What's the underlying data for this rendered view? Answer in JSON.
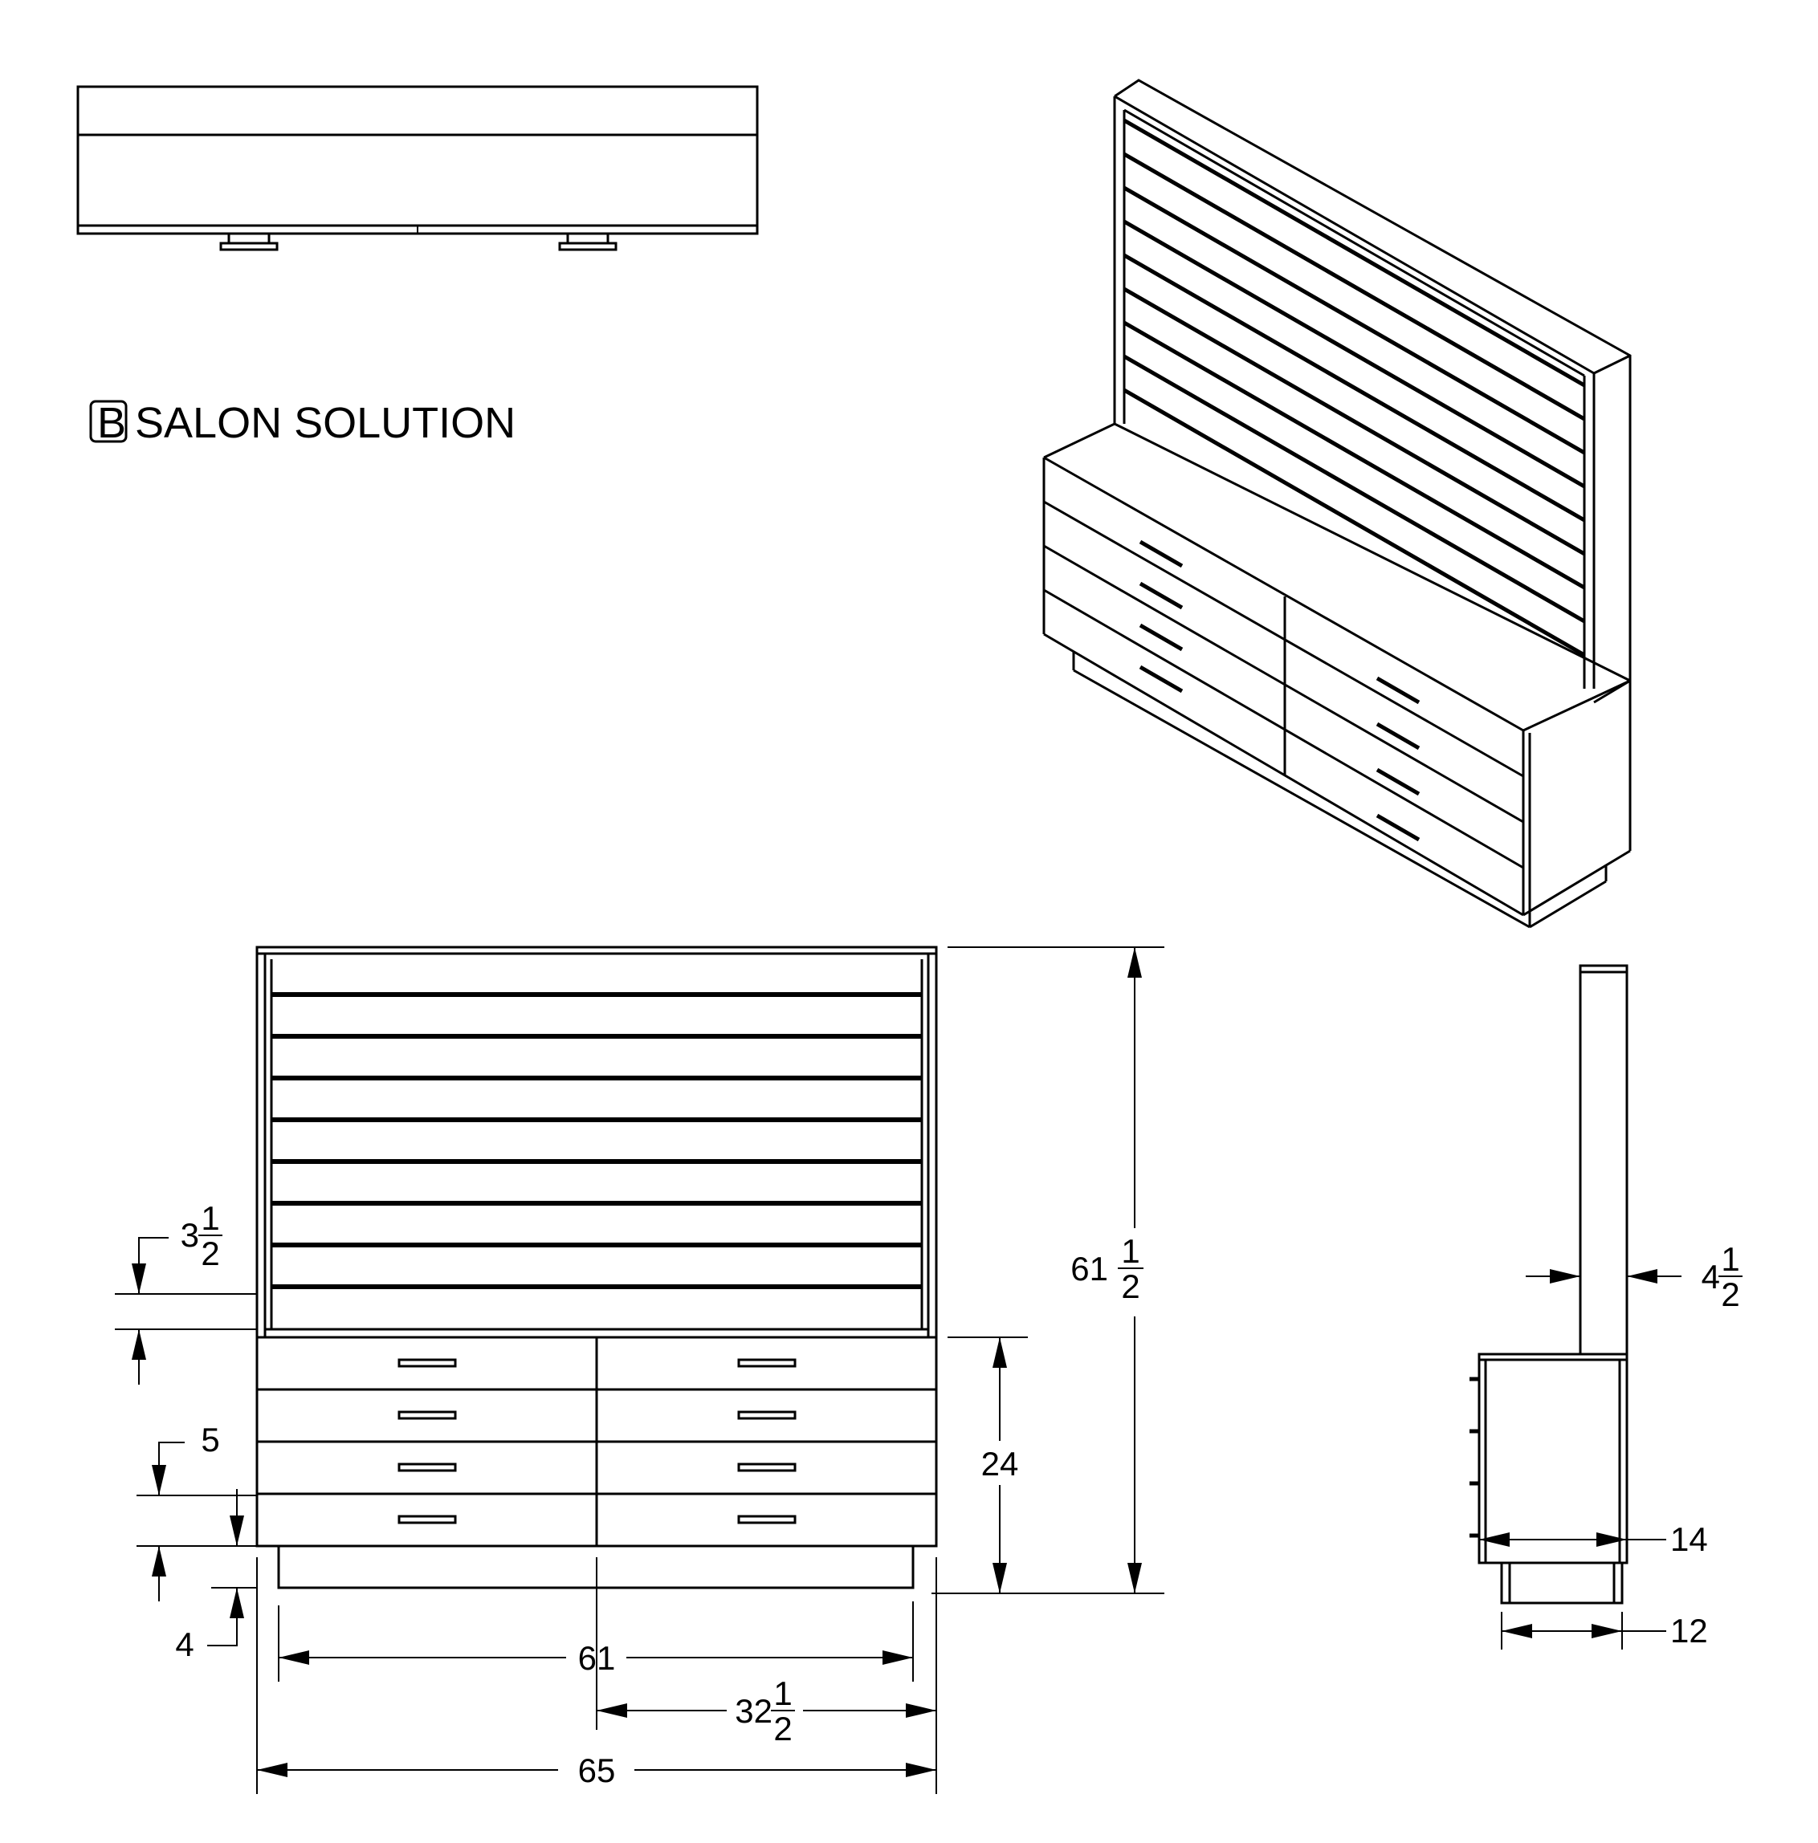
{
  "brand": {
    "logo_letter": "B",
    "name": "SALON SOLUTION"
  },
  "dimensions": {
    "overall_height": {
      "whole": "61",
      "num": "1",
      "den": "2"
    },
    "cabinet_height": "24",
    "shelf_spacing": {
      "whole": "3",
      "num": "1",
      "den": "2"
    },
    "drawer_height": "5",
    "base_height": "4",
    "base_width": "61",
    "half_width": {
      "whole": "32",
      "num": "1",
      "den": "2"
    },
    "overall_width": "65",
    "hutch_depth": {
      "whole": "4",
      "num": "1",
      "den": "2"
    },
    "cabinet_depth": "14",
    "base_depth": "12"
  }
}
